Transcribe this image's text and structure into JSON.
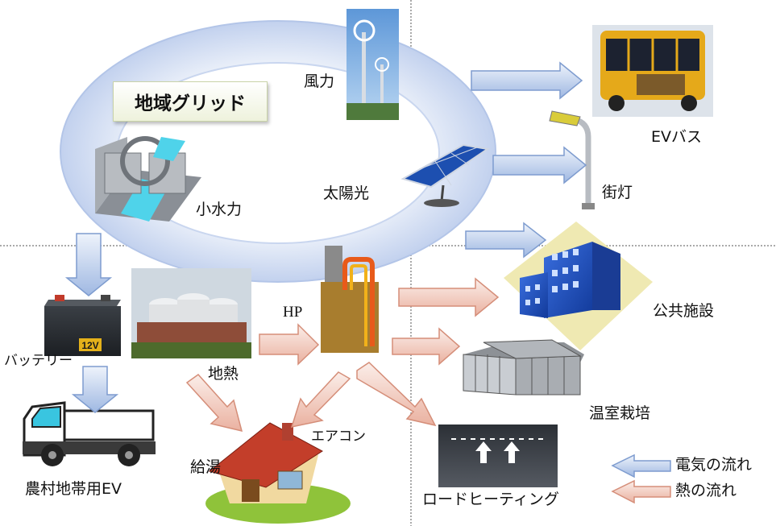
{
  "grid_label": "地域グリッド",
  "labels": {
    "wind": "風力",
    "solar": "太陽光",
    "hydro": "小水力",
    "battery": "バッテリー",
    "geothermal": "地熱",
    "hp": "HP",
    "ev_bus": "EVバス",
    "streetlight": "街灯",
    "public_facility": "公共施設",
    "greenhouse": "温室栽培",
    "aircon": "エアコン",
    "hot_water": "給湯",
    "road_heating": "ロードヒーティング",
    "farm_ev": "農村地帯用EV",
    "battery_badge": "12V"
  },
  "legend": {
    "electric": "電気の流れ",
    "heat": "熱の流れ"
  },
  "colors": {
    "electric_arrow": "#a9c1e6",
    "heat_arrow": "#f1c1b3",
    "grid_ring": "#c7d4ee"
  }
}
